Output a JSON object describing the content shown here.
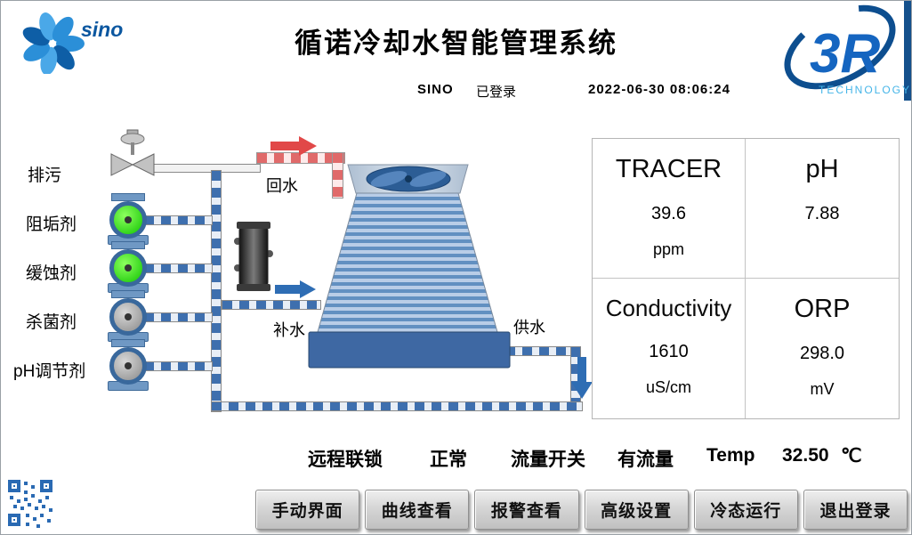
{
  "header": {
    "title": "循诺冷却水智能管理系统",
    "user": "SINO",
    "login_status": "已登录",
    "datetime": "2022-06-30  08:06:24"
  },
  "logos": {
    "sino_text": "sino",
    "r3_text": "3R",
    "r3_subtext": "TECHNOLOGY"
  },
  "diagram": {
    "chemical_labels": [
      "排污",
      "阻垢剂",
      "缓蚀剂",
      "杀菌剂",
      "pH调节剂"
    ],
    "flow_labels": {
      "return_water": "回水",
      "makeup_water": "补水",
      "supply_water": "供水"
    },
    "pump_states": [
      "running",
      "running",
      "stopped",
      "stopped"
    ],
    "colors": {
      "pump_running": "#10c400",
      "pump_stopped": "#8a8a8a",
      "pipe_blue": "#3e6fae",
      "pipe_red": "#e06a6a",
      "tower_blue": "#6290c1",
      "basin_blue": "#3e68a3"
    }
  },
  "readings": {
    "tracer": {
      "label": "TRACER",
      "value": "39.6",
      "unit": "ppm"
    },
    "ph": {
      "label": "pH",
      "value": "7.88",
      "unit": ""
    },
    "conductivity": {
      "label": "Conductivity",
      "value": "1610",
      "unit": "uS/cm"
    },
    "orp": {
      "label": "ORP",
      "value": "298.0",
      "unit": "mV"
    }
  },
  "status_bar": {
    "interlock_label": "远程联锁",
    "interlock_value": "正常",
    "flow_label": "流量开关",
    "flow_value": "有流量",
    "temp_label": "Temp",
    "temp_value": "32.50",
    "temp_unit": "℃"
  },
  "buttons": [
    "手动界面",
    "曲线查看",
    "报警查看",
    "高级设置",
    "冷态运行",
    "退出登录"
  ]
}
